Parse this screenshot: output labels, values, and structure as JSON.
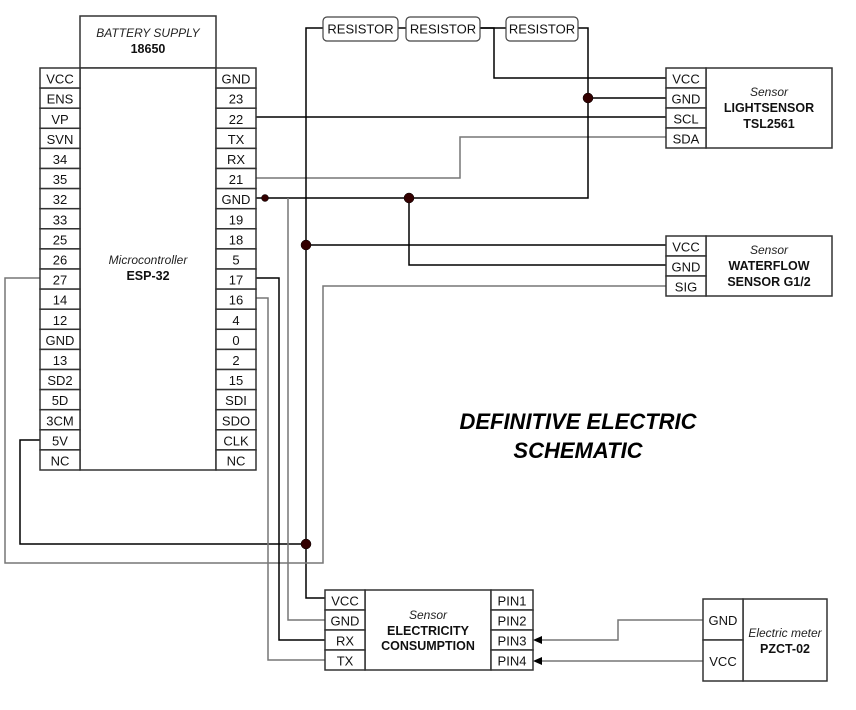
{
  "title": {
    "line1": "DEFINITIVE ELECTRIC",
    "line2": "SCHEMATIC"
  },
  "battery": {
    "type": "BATTERY SUPPLY",
    "model": "18650"
  },
  "mcu": {
    "type": "Microcontroller",
    "model": "ESP-32",
    "left_pins": [
      "VCC",
      "ENS",
      "VP",
      "SVN",
      "34",
      "35",
      "32",
      "33",
      "25",
      "26",
      "27",
      "14",
      "12",
      "GND",
      "13",
      "SD2",
      "5D",
      "3CM",
      "5V",
      "NC"
    ],
    "right_pins": [
      "GND",
      "23",
      "22",
      "TX",
      "RX",
      "21",
      "GND",
      "19",
      "18",
      "5",
      "17",
      "16",
      "4",
      "0",
      "2",
      "15",
      "SDI",
      "SDO",
      "CLK",
      "NC"
    ]
  },
  "resistors": [
    "RESISTOR",
    "RESISTOR",
    "RESISTOR"
  ],
  "light_sensor": {
    "type": "Sensor",
    "name_line1": "LIGHTSENSOR",
    "name_line2": "TSL2561",
    "pins": [
      "VCC",
      "GND",
      "SCL",
      "SDA"
    ]
  },
  "waterflow_sensor": {
    "type": "Sensor",
    "name_line1": "WATERFLOW",
    "name_line2": "SENSOR G1/2",
    "pins": [
      "VCC",
      "GND",
      "SIG"
    ]
  },
  "electricity_sensor": {
    "type": "Sensor",
    "name_line1": "ELECTRICITY",
    "name_line2": "CONSUMPTION",
    "left_pins": [
      "VCC",
      "GND",
      "RX",
      "TX"
    ],
    "right_pins": [
      "PIN1",
      "PIN2",
      "PIN3",
      "PIN4"
    ]
  },
  "electric_meter": {
    "type": "Electric meter",
    "model": "PZCT-02",
    "pins": [
      "GND",
      "VCC"
    ]
  }
}
